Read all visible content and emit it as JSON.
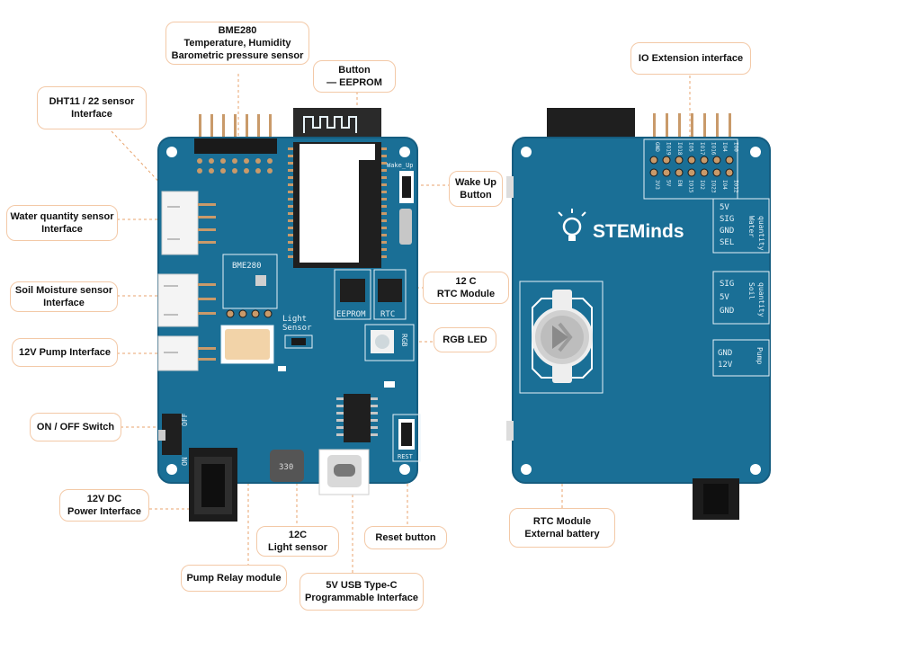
{
  "colors": {
    "board": "#1a6f96",
    "board_edge": "#155d80",
    "silk": "#e6f2f8",
    "callout_border": "#f3c9a7",
    "leader": "#e8a36c"
  },
  "callouts": {
    "bme280": [
      "BME280",
      "Temperature, Humidity",
      "Barometric pressure sensor"
    ],
    "button_eeprom": [
      "Button",
      "— EEPROM"
    ],
    "dht": [
      "DHT11 / 22 sensor",
      "Interface"
    ],
    "water": [
      "Water quantity sensor",
      "Interface"
    ],
    "soil": [
      "Soil Moisture sensor",
      "Interface"
    ],
    "pump": [
      "12V Pump Interface"
    ],
    "onoff": [
      "ON / OFF Switch"
    ],
    "dc": [
      "12V DC",
      "Power Interface"
    ],
    "wake": [
      "Wake Up",
      "Button"
    ],
    "rtc": [
      "12 C",
      "RTC Module"
    ],
    "rgb": [
      "RGB LED"
    ],
    "light": [
      "12C",
      "Light sensor"
    ],
    "reset": [
      "Reset button"
    ],
    "relay": [
      "Pump Relay module"
    ],
    "usb": [
      "5V USB Type-C",
      "Programmable Interface"
    ],
    "io": [
      "IO Extension interface"
    ],
    "battery": [
      "RTC Module",
      "External battery"
    ]
  },
  "front_silk": {
    "bme": "BME280",
    "light1": "Light",
    "light2": "Sensor",
    "eeprom": "EEPROM",
    "rtc": "RTC",
    "rgb": "RGB",
    "wake": "Wake_Up",
    "reset": "REST",
    "off": "OFF",
    "on": "ON",
    "inductor": "330"
  },
  "back_silk": {
    "brand": "STEMinds",
    "io_top": [
      "GND",
      "IO19",
      "IO18",
      "IO5",
      "IO17",
      "IO16",
      "IO4",
      "IO0"
    ],
    "io_bottom": [
      "3V3",
      "5V",
      "EN",
      "IO15",
      "IO2",
      "IO23",
      "IO4",
      "IO12"
    ],
    "water_pins": [
      "5V",
      "SIG",
      "GND",
      "SEL"
    ],
    "water_label": [
      "Water",
      "quantity"
    ],
    "soil_pins": [
      "SIG",
      "5V",
      "GND"
    ],
    "soil_label": [
      "Soil",
      "quantity"
    ],
    "pump_pins": [
      "GND",
      "12V"
    ],
    "pump_label": "Pump"
  }
}
